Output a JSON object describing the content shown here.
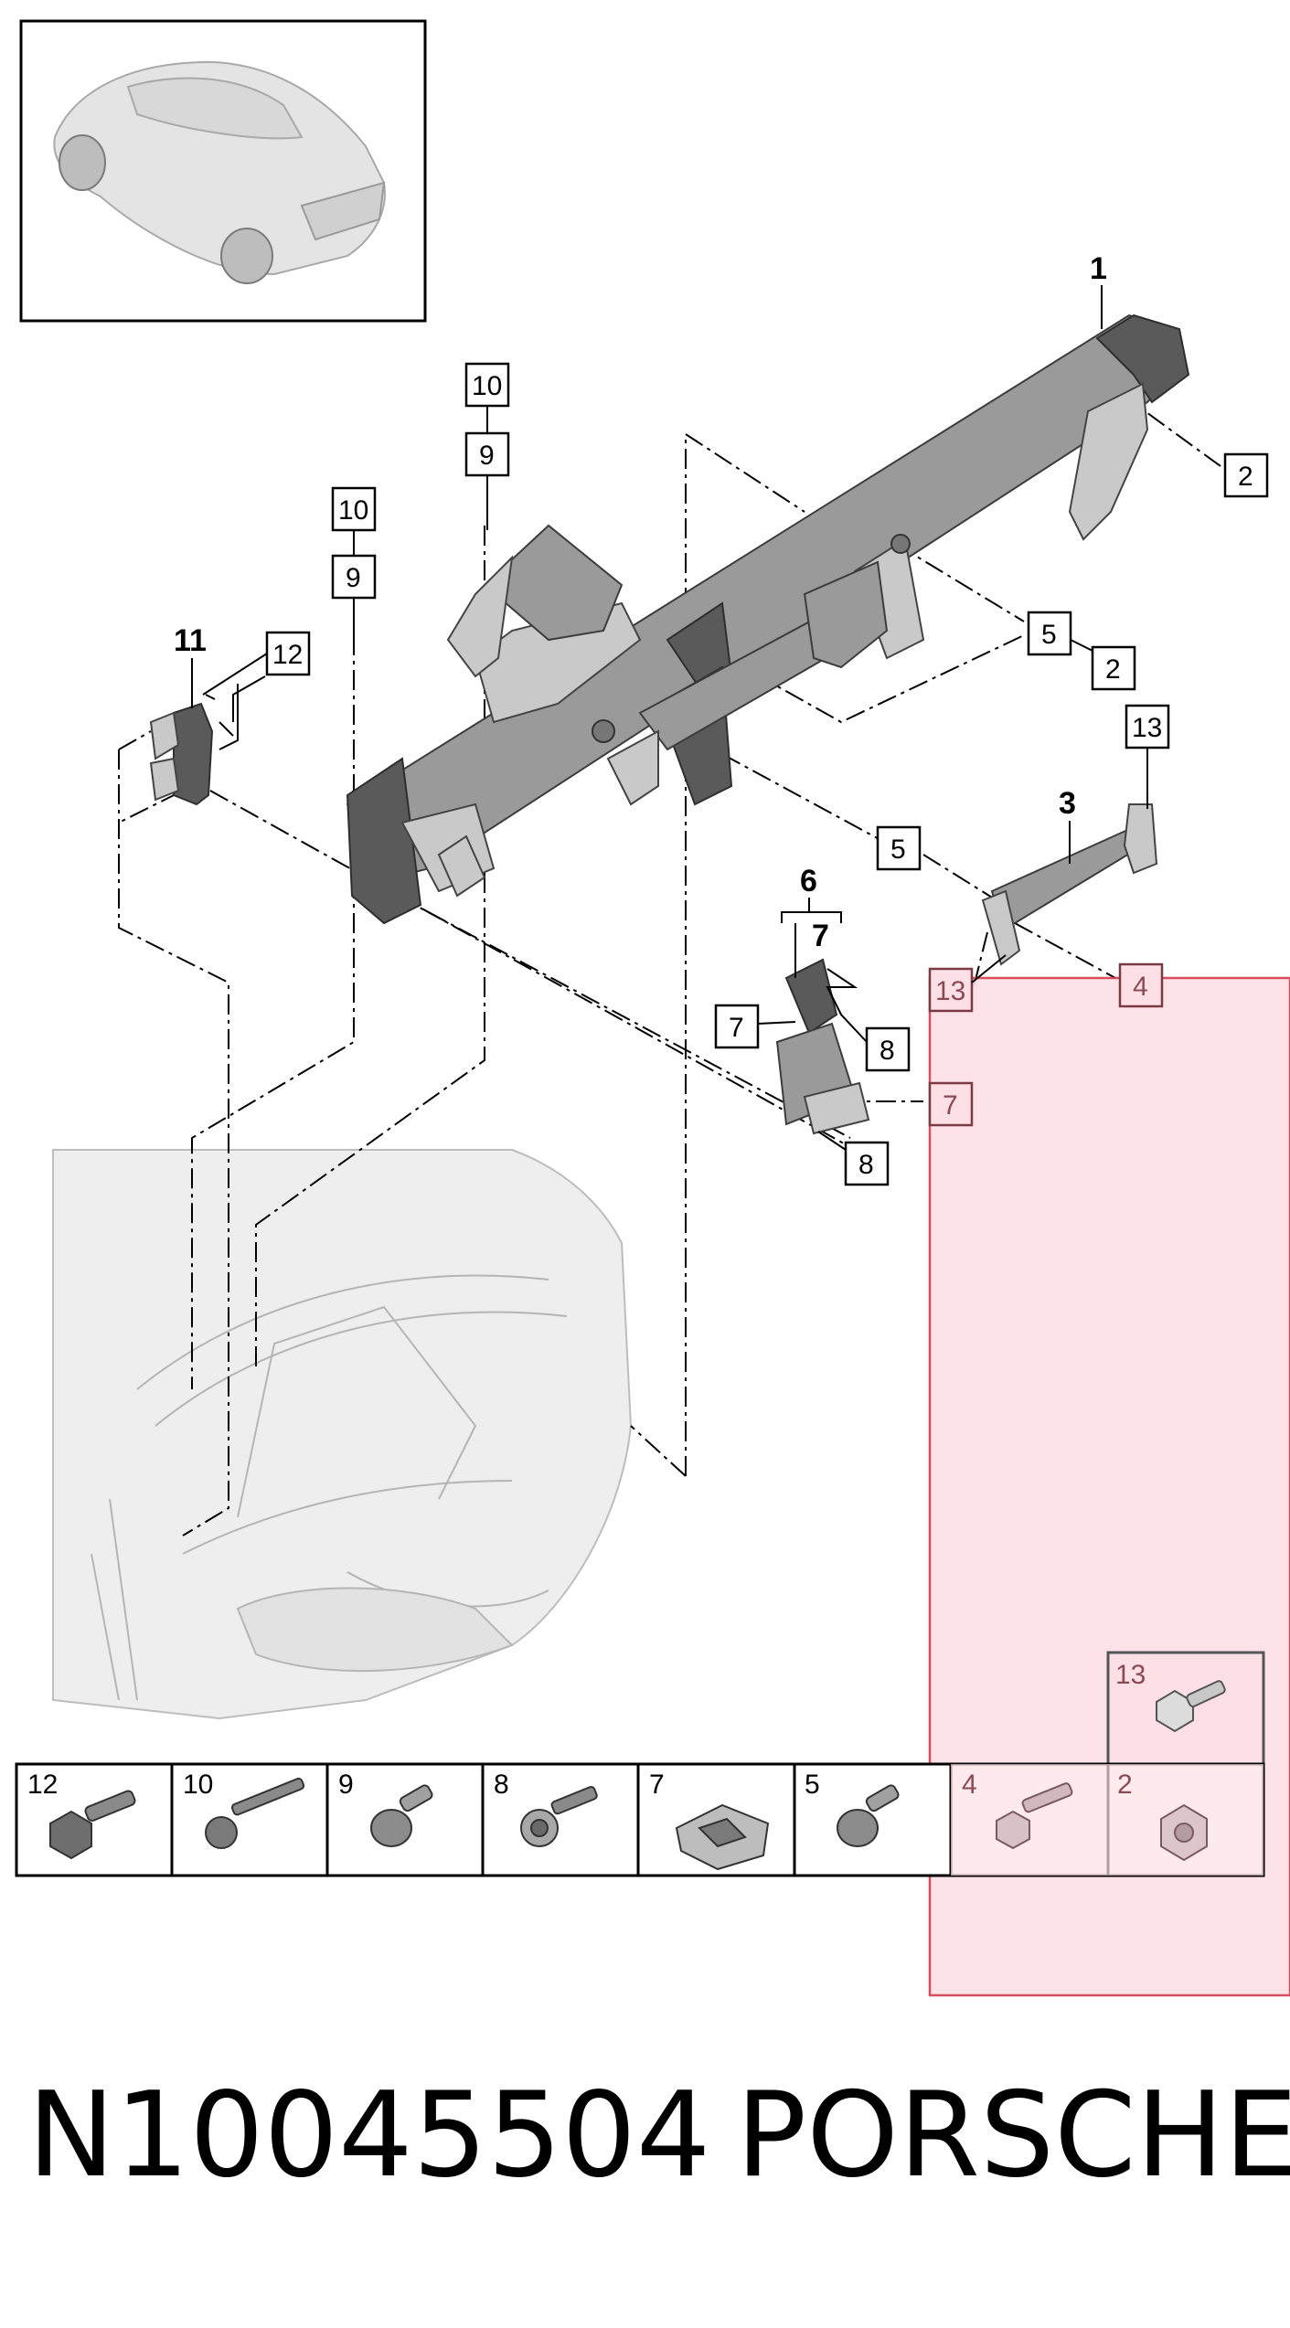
{
  "diagram": {
    "callouts": {
      "c1": "1",
      "c2a": "2",
      "c2b": "2",
      "c3": "3",
      "c4": "4",
      "c5a": "5",
      "c5b": "5",
      "c6": "6",
      "c7a": "7",
      "c7b": "7",
      "c7c": "7",
      "c8a": "8",
      "c8b": "8",
      "c9a": "9",
      "c9b": "9",
      "c10a": "10",
      "c10b": "10",
      "c11": "11",
      "c12": "12",
      "c13a": "13",
      "c13b": "13"
    },
    "legend": [
      {
        "number": "12",
        "icon": "flange-bolt-icon"
      },
      {
        "number": "10",
        "icon": "long-bolt-icon"
      },
      {
        "number": "9",
        "icon": "stud-bolt-icon"
      },
      {
        "number": "8",
        "icon": "washer-bolt-icon"
      },
      {
        "number": "7",
        "icon": "clip-nut-icon"
      },
      {
        "number": "5",
        "icon": "stud-bolt-icon"
      },
      {
        "number": "4",
        "icon": "bolt-icon"
      },
      {
        "number": "2",
        "icon": "hex-nut-icon"
      }
    ],
    "legend_extra": {
      "number": "13",
      "icon": "bolt-icon"
    },
    "highlight_color": "#fde0e6"
  },
  "footer": {
    "part_number": "N10045504",
    "brand": "PORSCHE"
  }
}
